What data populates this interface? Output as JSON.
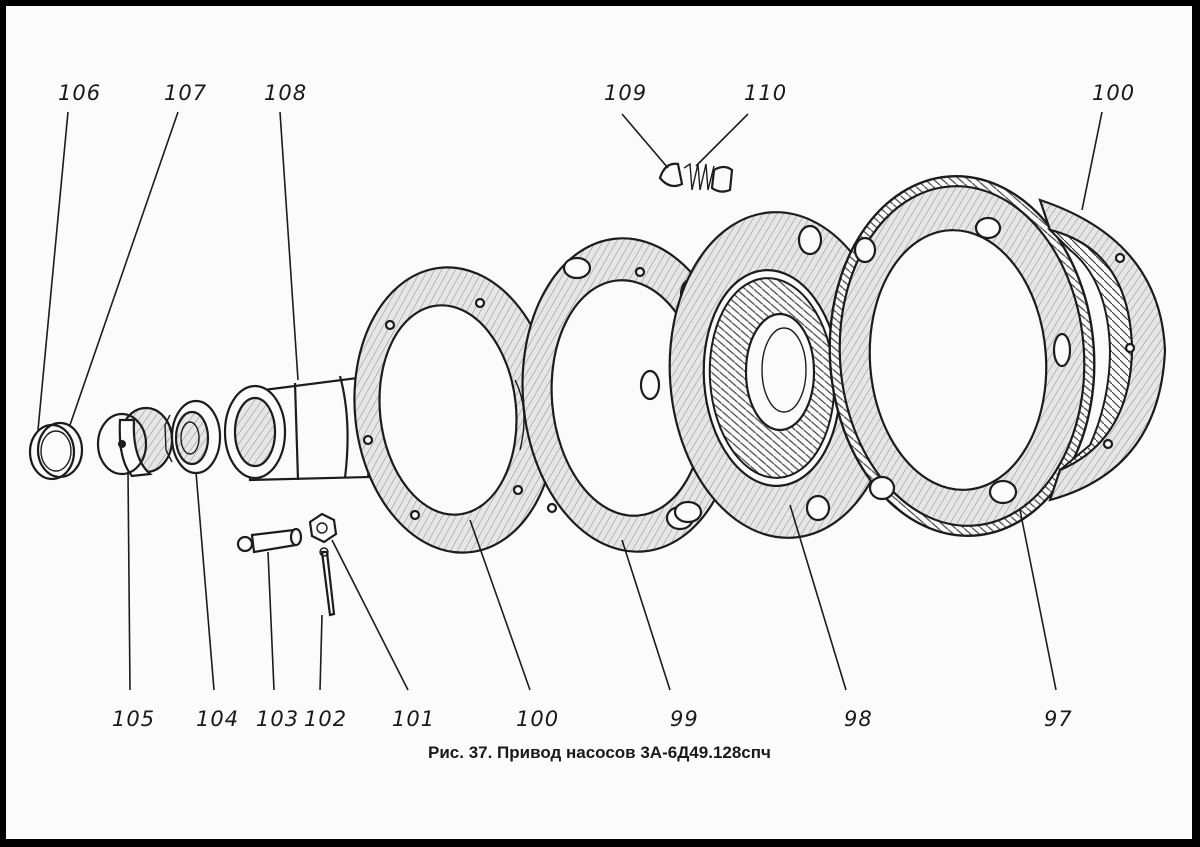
{
  "caption": "Рис. 37. Привод насосов 3А-6Д49.128спч",
  "part_labels": {
    "p106": "106",
    "p107": "107",
    "p108": "108",
    "p109": "109",
    "p110": "110",
    "p100_top": "100",
    "p105": "105",
    "p104": "104",
    "p103": "103",
    "p102": "102",
    "p101": "101",
    "p100_bottom": "100",
    "p99": "99",
    "p98": "98",
    "p97": "97"
  }
}
